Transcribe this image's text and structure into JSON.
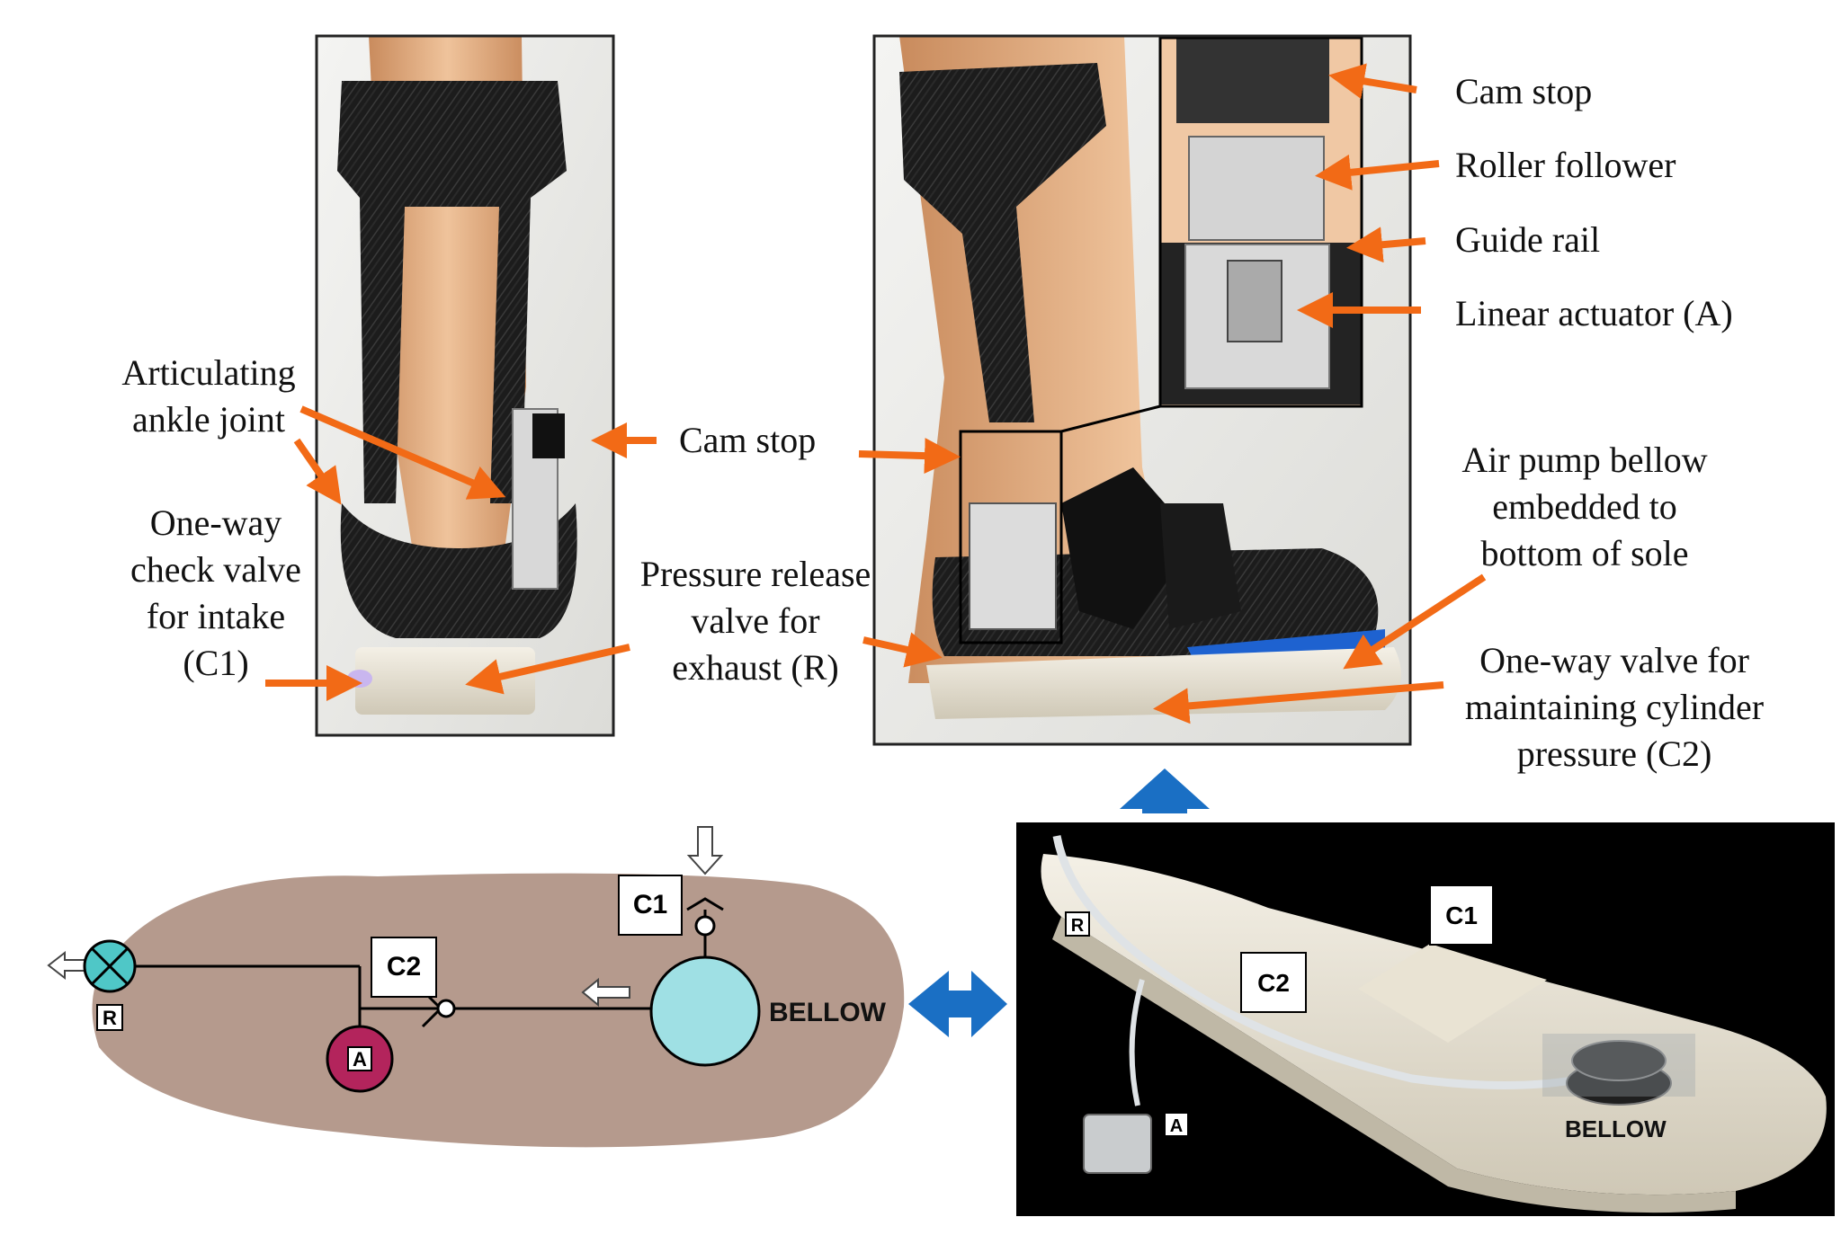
{
  "colors": {
    "arrow_orange": "#f26a16",
    "flow_blue": "#1a6fc4",
    "carbon_black": "#1c1c1c",
    "skin": "#e6b68c",
    "insole": "#b59a8d",
    "bellow_cyan": "#9fe0e4",
    "actuator_magenta": "#b3245c",
    "foam": "#ece7da"
  },
  "back_view": {
    "labels": {
      "ankle_joint": [
        "Articulating",
        "ankle joint"
      ],
      "check_valve": [
        "One-way",
        "check valve",
        "for intake",
        "(C1)"
      ]
    }
  },
  "center_labels": {
    "cam_stop": "Cam stop",
    "pressure_release": [
      "Pressure release",
      "valve for",
      "exhaust (R)"
    ]
  },
  "side_view": {
    "labels": {
      "cam_stop": "Cam stop",
      "roller_follower": "Roller follower",
      "guide_rail": "Guide rail",
      "linear_actuator": "Linear actuator (A)",
      "air_pump": [
        "Air pump bellow",
        "embedded to",
        "bottom of sole"
      ],
      "one_way_valve": [
        "One-way valve for",
        "maintaining cylinder",
        "pressure (C2)"
      ]
    }
  },
  "schematic": {
    "tags": {
      "c1": "C1",
      "c2": "C2",
      "r": "R",
      "a": "A",
      "bellow": "BELLOW"
    }
  },
  "photo": {
    "tags": {
      "r": "R",
      "c1": "C1",
      "c2": "C2",
      "a": "A",
      "bellow": "BELLOW"
    }
  }
}
